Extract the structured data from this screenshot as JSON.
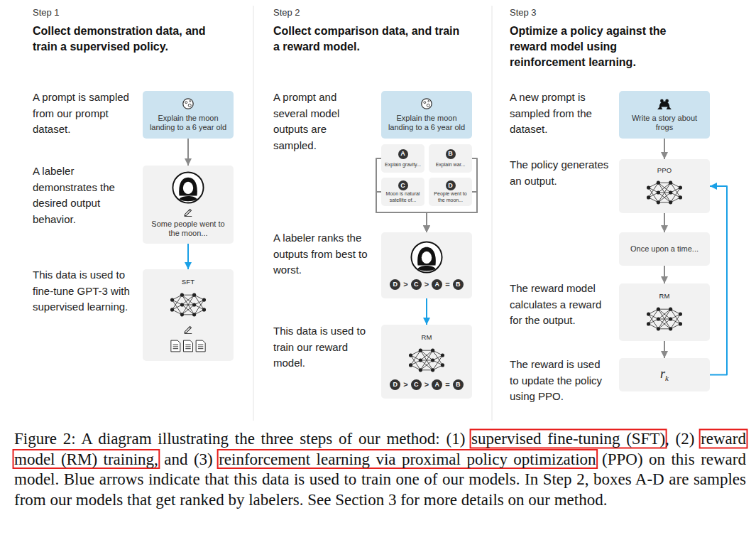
{
  "diagram": {
    "caption": "Figure 2: A diagram illustrating the three steps of our method: (1) supervised fine-tuning (SFT), (2) reward model (RM) training, and (3) reinforcement learning via proximal policy optimization (PPO) on this reward model. Blue arrows indicate that this data is used to train one of our models. In Step 2, boxes A-D are samples from our models that get ranked by labelers. See Section 3 for more details on our method.",
    "nodes": [
      {
        "text": [
          "Explain the moon landing to a 6 year old"
        ]
      },
      {
        "text": [
          "Some people went to the moon..."
        ]
      },
      {
        "text": [
          "SFT"
        ]
      },
      {
        "text": [
          "Explain the moon landing to a 6 year old"
        ]
      },
      {
        "text": [
          "A",
          "Explain gravity..."
        ]
      },
      {
        "text": [
          "B",
          "Explain war..."
        ]
      },
      {
        "text": [
          "C",
          "Moon is natural satellite of..."
        ]
      },
      {
        "text": [
          "D",
          "People went to the moon..."
        ]
      },
      {
        "text": [
          "D",
          ">",
          "C",
          ">",
          "A",
          "=",
          "B"
        ]
      },
      {
        "text": [
          "RM",
          "D",
          ">",
          "C",
          ">",
          "A",
          "=",
          "B"
        ]
      },
      {
        "text": [
          "Write a story about frogs"
        ]
      },
      {
        "text": [
          "PPO"
        ]
      },
      {
        "text": [
          "Once upon a time..."
        ]
      },
      {
        "text": [
          "RM"
        ]
      },
      {
        "text": [
          "r",
          "k"
        ]
      }
    ],
    "edges": [
      {
        "from": 0,
        "to": 1,
        "arrow": "to"
      },
      {
        "from": 1,
        "to": 2,
        "arrow": "to"
      },
      {
        "from": 4,
        "to": 8,
        "arrow": "to"
      },
      {
        "from": 5,
        "to": 8,
        "arrow": "to"
      },
      {
        "from": 6,
        "to": 8,
        "arrow": "to"
      },
      {
        "from": 7,
        "to": 8,
        "arrow": "to"
      },
      {
        "from": 8,
        "to": 9,
        "arrow": "to"
      },
      {
        "from": 10,
        "to": 11,
        "arrow": "to"
      },
      {
        "from": 11,
        "to": 12,
        "arrow": "to"
      },
      {
        "from": 12,
        "to": 13,
        "arrow": "to"
      },
      {
        "from": 13,
        "to": 14,
        "arrow": "to"
      },
      {
        "from": 14,
        "to": 11,
        "arrow": "to"
      }
    ],
    "labels": [
      "Step 1",
      "Collect demonstration data, and train a supervised policy.",
      "A prompt is sampled from our prompt dataset.",
      "A labeler demonstrates the desired output behavior.",
      "This data is used to fine-tune GPT-3 with supervised learning.",
      "Step 2",
      "Collect comparison data, and train a reward model.",
      "A prompt and several model outputs are sampled.",
      "A labeler ranks the outputs from best to worst.",
      "This data is used to train our reward model.",
      "Step 3",
      "Optimize a policy against the reward model using reinforcement learning.",
      "A new prompt is sampled from the dataset.",
      "The policy generates an output.",
      "The reward model calculates a reward for the output.",
      "The reward is used to update the policy using PPO."
    ]
  }
}
